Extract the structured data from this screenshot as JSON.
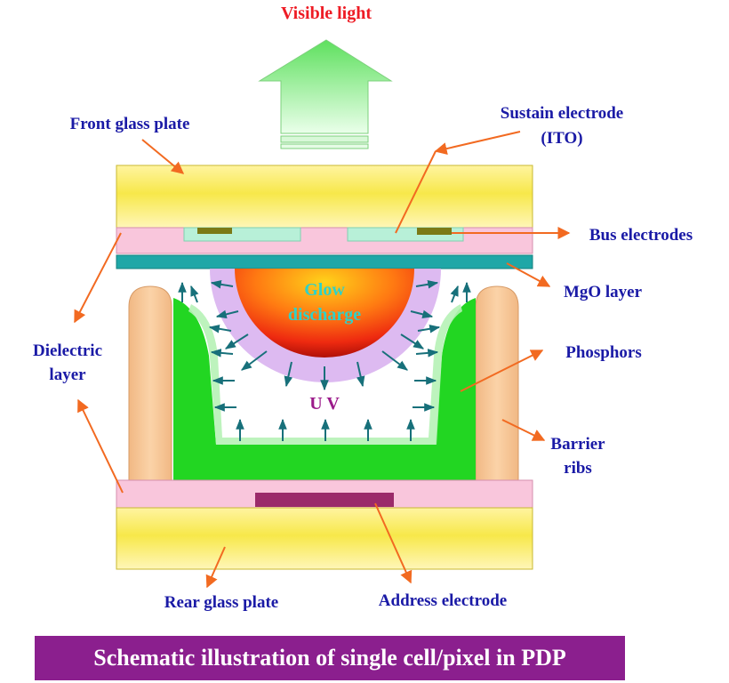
{
  "labels": {
    "visible_light": "Visible light",
    "front_glass_plate": "Front glass plate",
    "sustain_electrode_line1": "Sustain electrode",
    "sustain_electrode_line2": "(ITO)",
    "bus_electrodes": "Bus electrodes",
    "mgo_layer": "MgO layer",
    "dielectric_line1": "Dielectric",
    "dielectric_line2": "layer",
    "phosphors": "Phosphors",
    "barrier_ribs_line1": "Barrier",
    "barrier_ribs_line2": "ribs",
    "rear_glass_plate": "Rear glass plate",
    "address_electrode": "Address electrode",
    "glow_line1": "Glow",
    "glow_line2": "discharge",
    "uv": "U V"
  },
  "caption": "Schematic illustration of single cell/pixel in PDP",
  "colors": {
    "label_text": "#1a1aa6",
    "title_red": "#ee1c25",
    "arrow_orange": "#f26a21",
    "glass": "#f7e84a",
    "dielectric": "#f9c6dc",
    "mgo": "#1fa7a7",
    "phosphor": "#22d622",
    "barrier_rib": "#f7c896",
    "address_electrode": "#9b2a6a",
    "bus_electrode": "#7b7a16",
    "caption_bg": "#8b1f8e"
  }
}
